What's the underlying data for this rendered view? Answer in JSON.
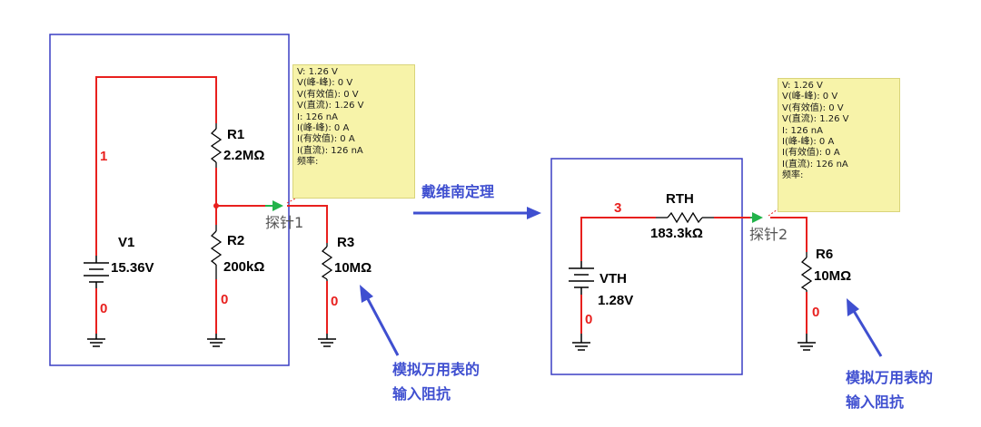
{
  "left_circuit": {
    "source_name": "V1",
    "source_value": "15.36V",
    "r1_name": "R1",
    "r1_value": "2.2MΩ",
    "r2_name": "R2",
    "r2_value": "200kΩ",
    "r3_name": "R3",
    "r3_value": "10MΩ",
    "net_top": "1",
    "net_v1_bottom": "0",
    "net_r2_bottom": "0",
    "net_r3_bottom": "0",
    "probe_label": "探针1"
  },
  "probe1_readout": [
    "V: 1.26 V",
    "V(峰-峰): 0 V",
    "V(有效值): 0 V",
    "V(直流): 1.26 V",
    "I: 126 nA",
    "I(峰-峰): 0 A",
    "I(有效值): 0 A",
    "I(直流): 126 nA",
    "频率:"
  ],
  "arrow_label": "戴维南定理",
  "right_circuit": {
    "source_name": "VTH",
    "source_value": "1.28V",
    "rth_name": "RTH",
    "rth_value": "183.3kΩ",
    "r6_name": "R6",
    "r6_value": "10MΩ",
    "net_top": "3",
    "net_vth_bottom": "0",
    "net_r6_bottom": "0",
    "probe_label": "探针2"
  },
  "probe2_readout": [
    "V: 1.26 V",
    "V(峰-峰): 0 V",
    "V(有效值): 0 V",
    "V(直流): 1.26 V",
    "I: 126 nA",
    "I(峰-峰): 0 A",
    "I(有效值): 0 A",
    "I(直流): 126 nA",
    "频率:"
  ],
  "note_left": [
    "模拟万用表的",
    "输入阻抗"
  ],
  "note_right": [
    "模拟万用表的",
    "输入阻抗"
  ],
  "colors": {
    "wire": "#e8201e",
    "box": "#3a3fc4",
    "note": "#3f4fd0",
    "probe_arrow": "#22b34a",
    "readout_bg": "#f7f3a9"
  }
}
